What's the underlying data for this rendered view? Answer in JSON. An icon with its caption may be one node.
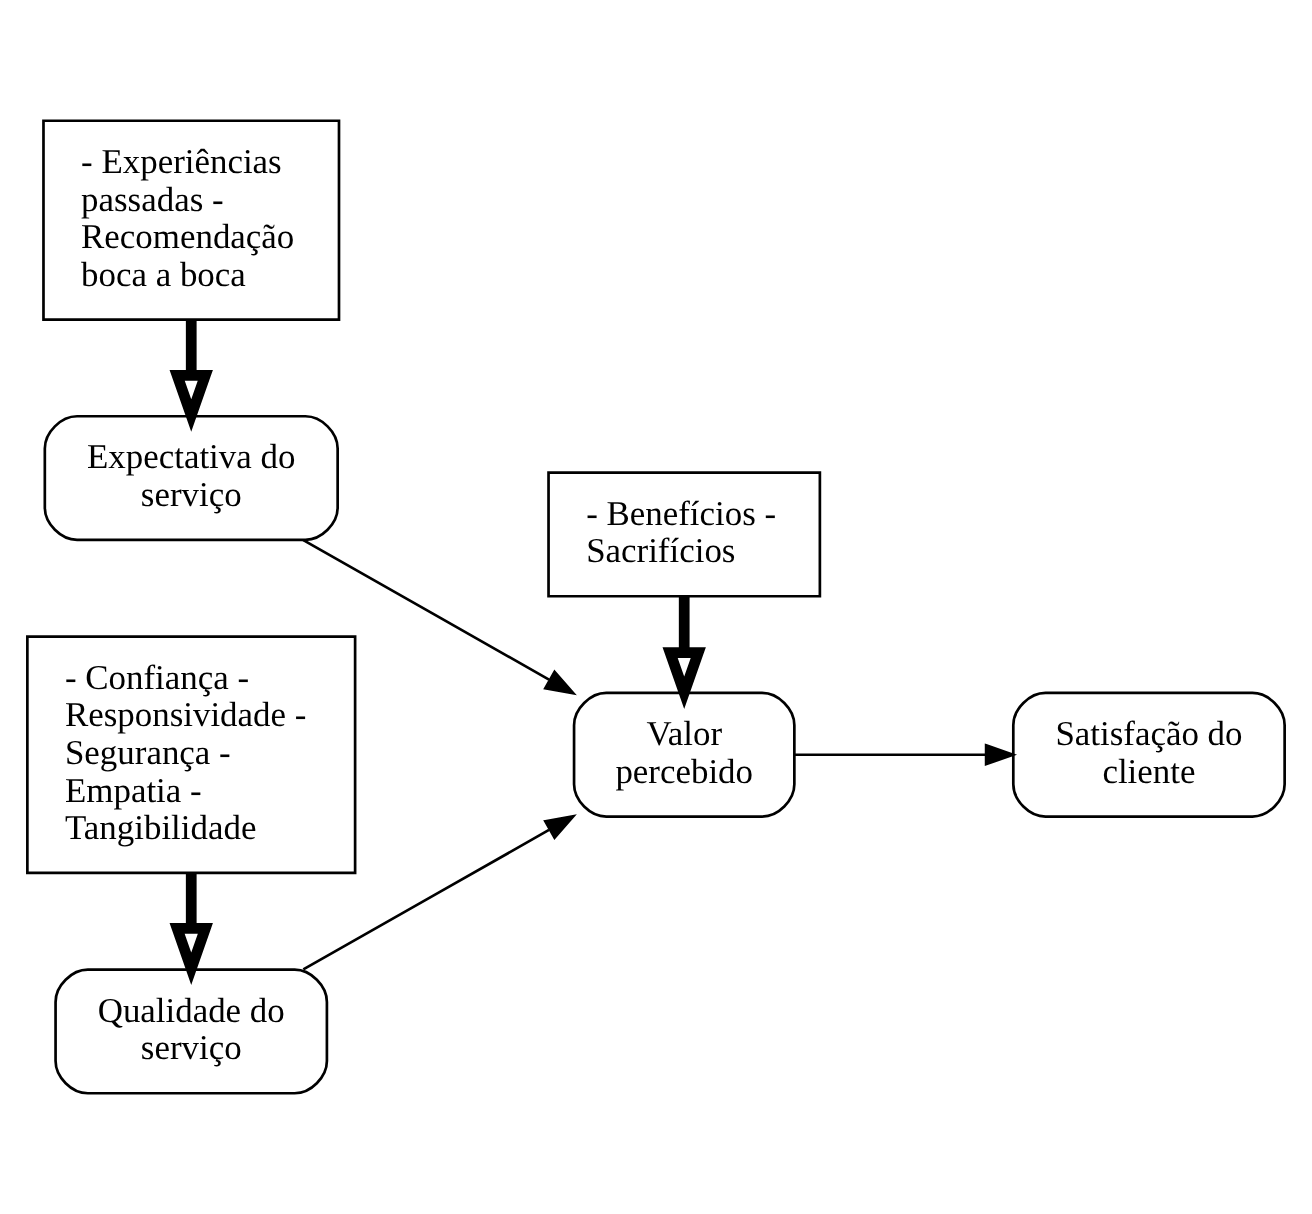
{
  "diagram": {
    "nodes": [
      {
        "text": [
          "- Experiências passadas - Recomendação boca a boca"
        ]
      },
      {
        "text": [
          "Expectativa do serviço"
        ]
      },
      {
        "text": [
          "- Benefícios - Sacrifícios"
        ]
      },
      {
        "text": [
          "Valor percebido"
        ]
      },
      {
        "text": [
          "Satisfação do cliente"
        ]
      },
      {
        "text": [
          "Qualidade do serviço"
        ]
      },
      {
        "text": [
          "- Confiança - Responsividade - Segurança - Empatia - Tangibilidade"
        ]
      }
    ],
    "edges": [
      {
        "from": 0,
        "to": 1,
        "arrow": "to",
        "style": "thick"
      },
      {
        "from": 1,
        "to": 3,
        "arrow": "to"
      },
      {
        "from": 5,
        "to": 3,
        "arrow": "to"
      },
      {
        "from": 2,
        "to": 3,
        "arrow": "to",
        "style": "thick"
      },
      {
        "from": 3,
        "to": 4,
        "arrow": "to"
      },
      {
        "from": 6,
        "to": 5,
        "arrow": "to",
        "style": "thick"
      }
    ]
  }
}
